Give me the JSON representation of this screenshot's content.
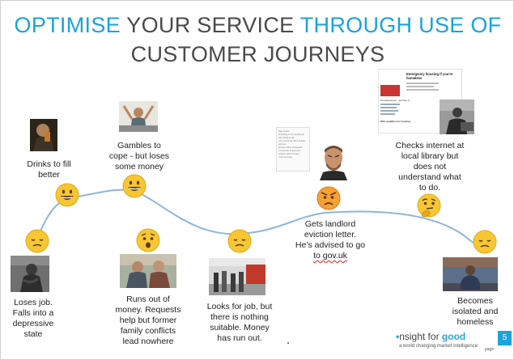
{
  "title": {
    "line1_highlight_a": "OPTIMISE",
    "line1_dark": "YOUR SERVICE",
    "line1_highlight_b": "THROUGH USE OF",
    "line2": "CUSTOMER JOURNEYS"
  },
  "steps": [
    {
      "lines": [
        "Loses job.",
        "Falls into a",
        "depressive",
        "state"
      ],
      "emotion": "sad"
    },
    {
      "lines": [
        "Drinks to fill",
        "better"
      ],
      "emotion": "happy"
    },
    {
      "lines": [
        "Gambles to",
        "cope - but loses",
        "some money"
      ],
      "emotion": "happy"
    },
    {
      "lines": [
        "Runs out of",
        "money. Requests",
        "help but former",
        "family conflicts",
        "lead nowhere"
      ],
      "emotion": "worried"
    },
    {
      "lines": [
        "Looks for job, but",
        "there is nothing",
        "suitable. Money",
        "has run out."
      ],
      "emotion": "sad"
    },
    {
      "lines": [
        "Gets landlord",
        "eviction letter.",
        "He’s advised to go"
      ],
      "last_line": "to gov.uk",
      "emotion": "angry"
    },
    {
      "lines": [
        "Checks internet at",
        "local library but",
        "does not",
        "understand what",
        "to do."
      ],
      "emotion": "thinking"
    },
    {
      "lines": [
        "Becomes",
        "isolated and",
        "homeless"
      ],
      "emotion": "sad"
    }
  ],
  "thumbnails": {
    "letter": {
      "lines": [
        "Dear tenant",
        "According to our records you have failed to pay",
        "your rent for the last 3 months and your",
        "tenancy will be terminated.",
        "You are due to leave the",
        "property within 14 days.",
        "Yours sincerely"
      ]
    },
    "webpage": {
      "heading": "Emergency housing if you're homeless",
      "subheading": "Homelessness - get help fr...",
      "section": "Who qualifies for housing"
    }
  },
  "logo": {
    "prefix": "nsight for ",
    "brand": "good",
    "tagline": "a world changing market intelligence"
  },
  "page": {
    "number": "5",
    "label": "page"
  },
  "colors": {
    "accent": "#1aa3dc",
    "curve": "#8fb5dc",
    "emoji_yellow": "#f7c634"
  }
}
